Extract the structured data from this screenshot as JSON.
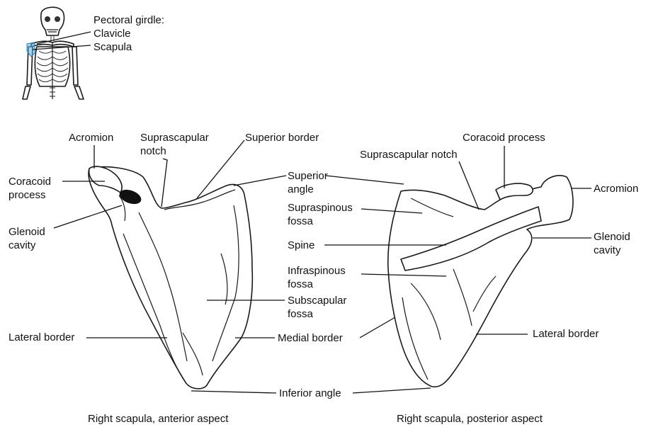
{
  "inset": {
    "title": "Pectoral girdle:",
    "clavicle": "Clavicle",
    "scapula": "Scapula",
    "highlight_color": "#5ab4e6"
  },
  "anterior": {
    "caption": "Right scapula, anterior aspect",
    "acromion": "Acromion",
    "suprascapular_notch_1": "Suprascapular",
    "suprascapular_notch_2": "notch",
    "superior_border": "Superior border",
    "coracoid_1": "Coracoid",
    "coracoid_2": "process",
    "glenoid_1": "Glenoid",
    "glenoid_2": "cavity",
    "lateral_border": "Lateral border"
  },
  "center": {
    "superior_angle_1": "Superior",
    "superior_angle_2": "angle",
    "supraspinous_1": "Supraspinous",
    "supraspinous_2": "fossa",
    "spine": "Spine",
    "infraspinous_1": "Infraspinous",
    "infraspinous_2": "fossa",
    "subscapular_1": "Subscapular",
    "subscapular_2": "fossa",
    "medial_border": "Medial border",
    "inferior_angle": "Inferior angle"
  },
  "posterior": {
    "caption": "Right scapula, posterior aspect",
    "coracoid": "Coracoid process",
    "suprascapular_notch": "Suprascapular notch",
    "acromion": "Acromion",
    "glenoid_1": "Glenoid",
    "glenoid_2": "cavity",
    "lateral_border": "Lateral border"
  }
}
